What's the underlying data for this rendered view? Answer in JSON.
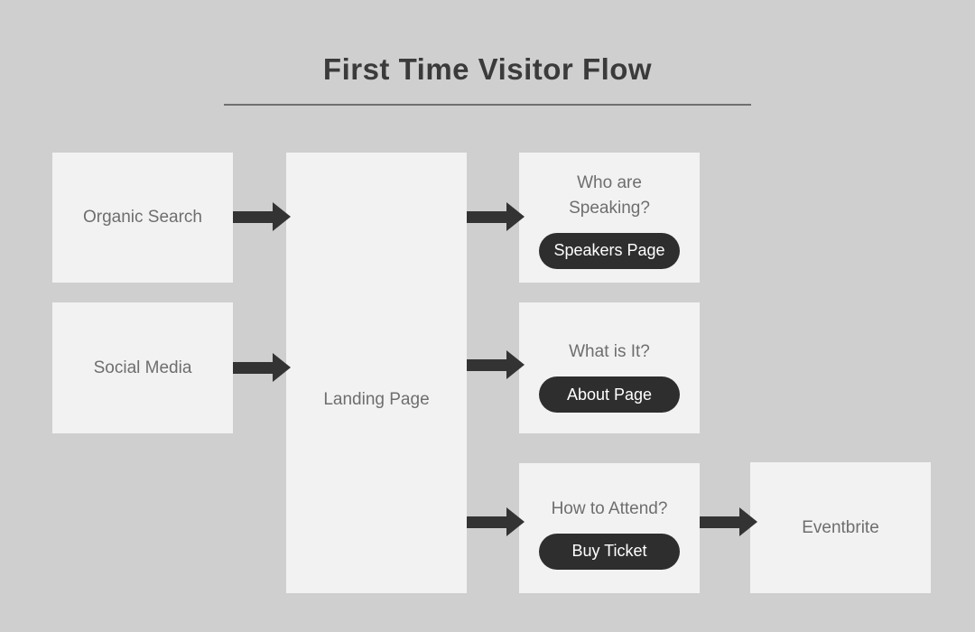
{
  "title": "First Time Visitor Flow",
  "colors": {
    "background": "#cfcfcf",
    "box_fill": "#f2f2f2",
    "arrow": "#333333",
    "pill_fill": "#2e2e2e",
    "pill_text": "#ffffff",
    "title_text": "#3b3b3b",
    "box_text": "#6e6e6e",
    "divider": "#6f6f6f"
  },
  "nodes": {
    "organic_search": {
      "label": "Organic Search"
    },
    "social_media": {
      "label": "Social Media"
    },
    "landing_page": {
      "label": "Landing Page"
    },
    "who_speaking": {
      "question": "Who are Speaking?",
      "button": "Speakers Page"
    },
    "what_is_it": {
      "question": "What is It?",
      "button": "About Page"
    },
    "how_attend": {
      "question": "How to Attend?",
      "button": "Buy Ticket"
    },
    "eventbrite": {
      "label": "Eventbrite"
    }
  },
  "edges": [
    {
      "from": "Organic Search",
      "to": "Landing Page"
    },
    {
      "from": "Social Media",
      "to": "Landing Page"
    },
    {
      "from": "Landing Page",
      "to": "Who are Speaking?"
    },
    {
      "from": "Landing Page",
      "to": "What is It?"
    },
    {
      "from": "Landing Page",
      "to": "How to Attend?"
    },
    {
      "from": "How to Attend?",
      "to": "Eventbrite"
    }
  ]
}
